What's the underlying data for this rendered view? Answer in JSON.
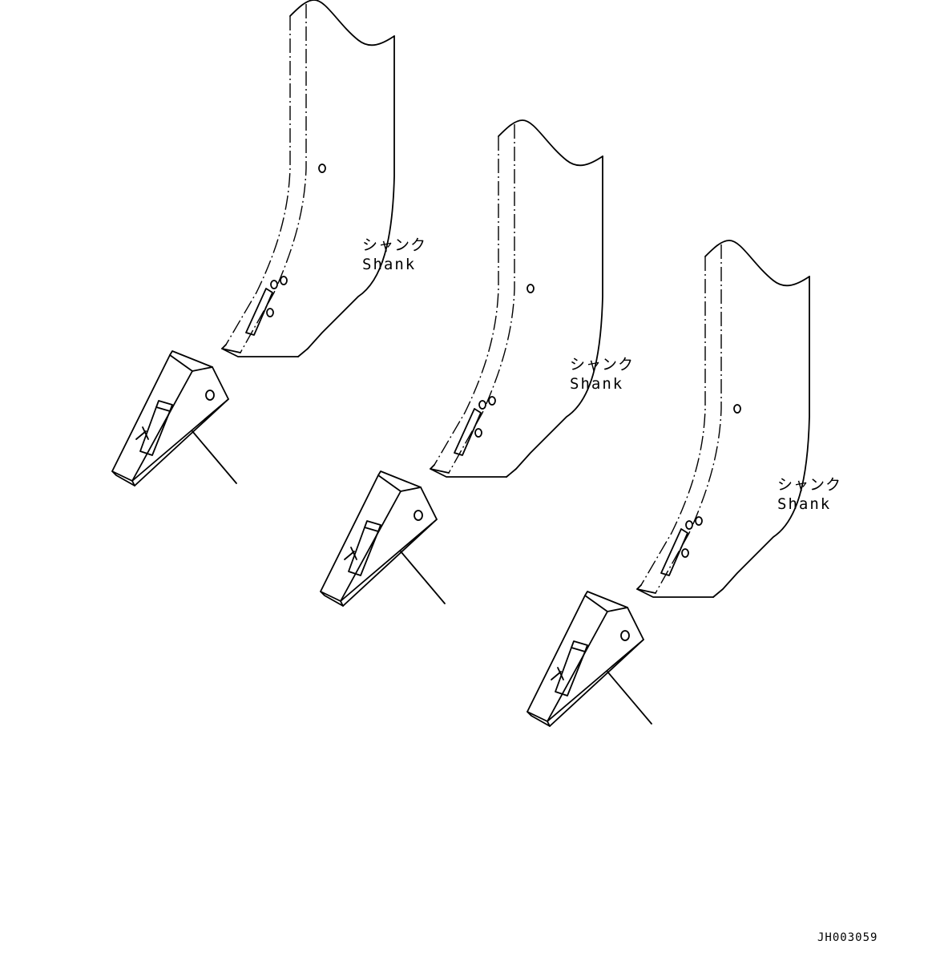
{
  "labels": [
    {
      "jp": "シャンク",
      "en": "Shank"
    },
    {
      "jp": "シャンク",
      "en": "Shank"
    },
    {
      "jp": "シャンク",
      "en": "Shank"
    }
  ],
  "drawing_code": "JH003059",
  "colors": {
    "line": "#000000",
    "background": "#ffffff"
  }
}
